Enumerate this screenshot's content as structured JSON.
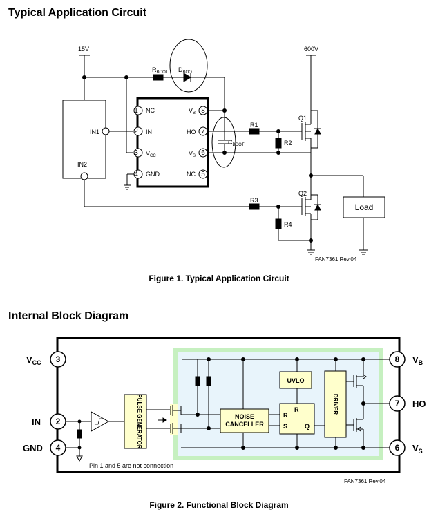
{
  "section1": {
    "title": "Typical Application Circuit"
  },
  "section2": {
    "title": "Internal Block Diagram"
  },
  "figure1": {
    "caption": "Figure 1. Typical Application Circuit",
    "code": "FAN7361  Rev.04",
    "supply_low": "15V",
    "supply_high": "600V",
    "controller": {
      "in1": "IN1",
      "in2": "IN2"
    },
    "ic_pins": [
      {
        "num": "1",
        "name": "NC"
      },
      {
        "num": "2",
        "name": "IN"
      },
      {
        "num": "3",
        "name_main": "V",
        "name_sub": "CC"
      },
      {
        "num": "4",
        "name": "GND"
      },
      {
        "num": "8",
        "name_main": "V",
        "name_sub": "B"
      },
      {
        "num": "7",
        "name": "HO"
      },
      {
        "num": "6",
        "name_main": "V",
        "name_sub": "S"
      },
      {
        "num": "5",
        "name": "NC"
      }
    ],
    "components": {
      "rboot_main": "R",
      "rboot_sub": "BOOT",
      "dboot_main": "D",
      "dboot_sub": "BOOT",
      "cboot_main": "C",
      "cboot_sub": "BOOT",
      "r1": "R1",
      "r2": "R2",
      "r3": "R3",
      "r4": "R4",
      "q1": "Q1",
      "q2": "Q2",
      "load": "Load"
    }
  },
  "figure2": {
    "caption": "Figure 2.  Functional Block Diagram",
    "code": "FAN7361  Rev.04",
    "pins_left": [
      {
        "num": "3",
        "name_main": "V",
        "name_sub": "CC"
      },
      {
        "num": "2",
        "name": "IN"
      },
      {
        "num": "4",
        "name": "GND"
      }
    ],
    "pins_right": [
      {
        "num": "8",
        "name_main": "V",
        "name_sub": "B"
      },
      {
        "num": "7",
        "name": "HO"
      },
      {
        "num": "6",
        "name_main": "V",
        "name_sub": "S"
      }
    ],
    "blocks": {
      "pulse_gen": "PULSE GENERATOR",
      "noise_line1": "NOISE",
      "noise_line2": "CANCELLER",
      "uvlo": "UVLO",
      "ff_r_in": "R",
      "ff_s": "S",
      "ff_r_top": "R",
      "ff_q": "Q",
      "driver": "DRIVER"
    },
    "note": "Pin 1 and 5 are not connection"
  }
}
